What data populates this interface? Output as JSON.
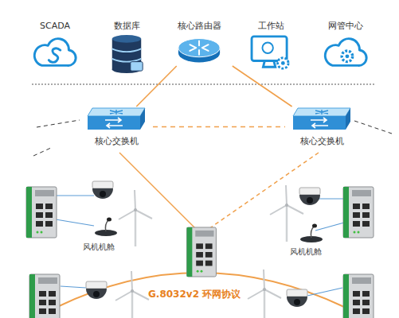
{
  "diagram": {
    "nodes": [
      {
        "text": [
          "SCADA"
        ]
      },
      {
        "text": [
          "数据库"
        ]
      },
      {
        "text": [
          "核心路由器"
        ]
      },
      {
        "text": [
          "工作站"
        ]
      },
      {
        "text": [
          "网管中心"
        ]
      },
      {
        "text": [
          "核心交换机"
        ]
      },
      {
        "text": [
          "核心交换机"
        ]
      }
    ],
    "edges": [
      {
        "from": 2,
        "to": 5,
        "arrow": "none"
      },
      {
        "from": 2,
        "to": 6,
        "arrow": "none"
      },
      {
        "from": 5,
        "to": 6,
        "arrow": "none"
      }
    ],
    "labels": [
      "风机机舱",
      "风机机舱",
      "G.8032v2 环网协议"
    ]
  }
}
